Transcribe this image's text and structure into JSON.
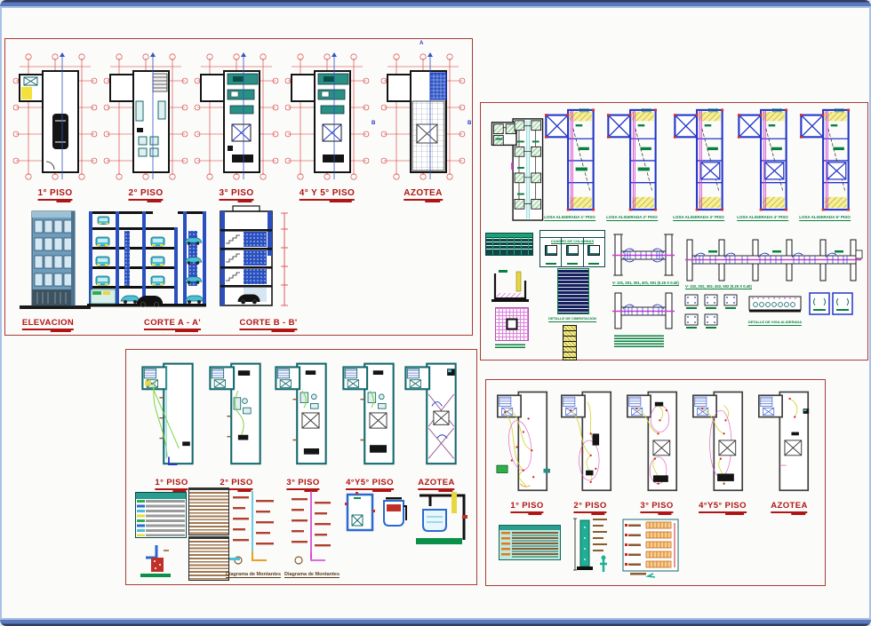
{
  "arch": {
    "floors": [
      "1° PISO",
      "2° PISO",
      "3° PISO",
      "4° Y 5° PISO",
      "AZOTEA"
    ],
    "views": [
      "ELEVACION",
      "CORTE A - A'",
      "CORTE B - B'"
    ],
    "markers": {
      "a": "A",
      "b": "B"
    }
  },
  "structural": {
    "slabs": [
      "LOSA ALIGERADA 1° PISO",
      "LOSA ALIGERADA 2° PISO",
      "LOSA ALIGERADA 3° PISO",
      "LOSA ALIGERADA 4° PISO",
      "LOSA ALIGERADA 5° PISO"
    ],
    "columns_table": "CUADRO DE COLUMNAS",
    "beam_row_1": "V- 101, 201, 301, 401, 501 (0.25 X 0.40)",
    "beam_row_2": "V- 102, 202, 302, 402, 502 (0.25 X 0.40)",
    "foundation_detail": "DETALLE DE CIMENTACION",
    "joist_detail": "DETALLE DE VIGA ALIGERADA"
  },
  "sanitary": {
    "floors": [
      "1° PISO",
      "2° PISO",
      "3° PISO",
      "4°Y5° PISO",
      "AZOTEA"
    ],
    "riser_diagram_1": "Diagrama de Montantes",
    "riser_diagram_2": "Diagrama de Montantes"
  },
  "electrical": {
    "floors": [
      "1° PISO",
      "2° PISO",
      "3° PISO",
      "4°Y5° PISO",
      "AZOTEA"
    ]
  },
  "colors": {
    "panel_border": "#a93c36",
    "cad_red": "#d63030",
    "cad_blue": "#2336c8",
    "cad_teal": "#15696e",
    "cad_green": "#0a8040",
    "cad_magenta": "#d23ad2",
    "cad_yellow": "#f5ef9a",
    "label_red": "#b01515",
    "frame_blue": "#5b79bb"
  }
}
